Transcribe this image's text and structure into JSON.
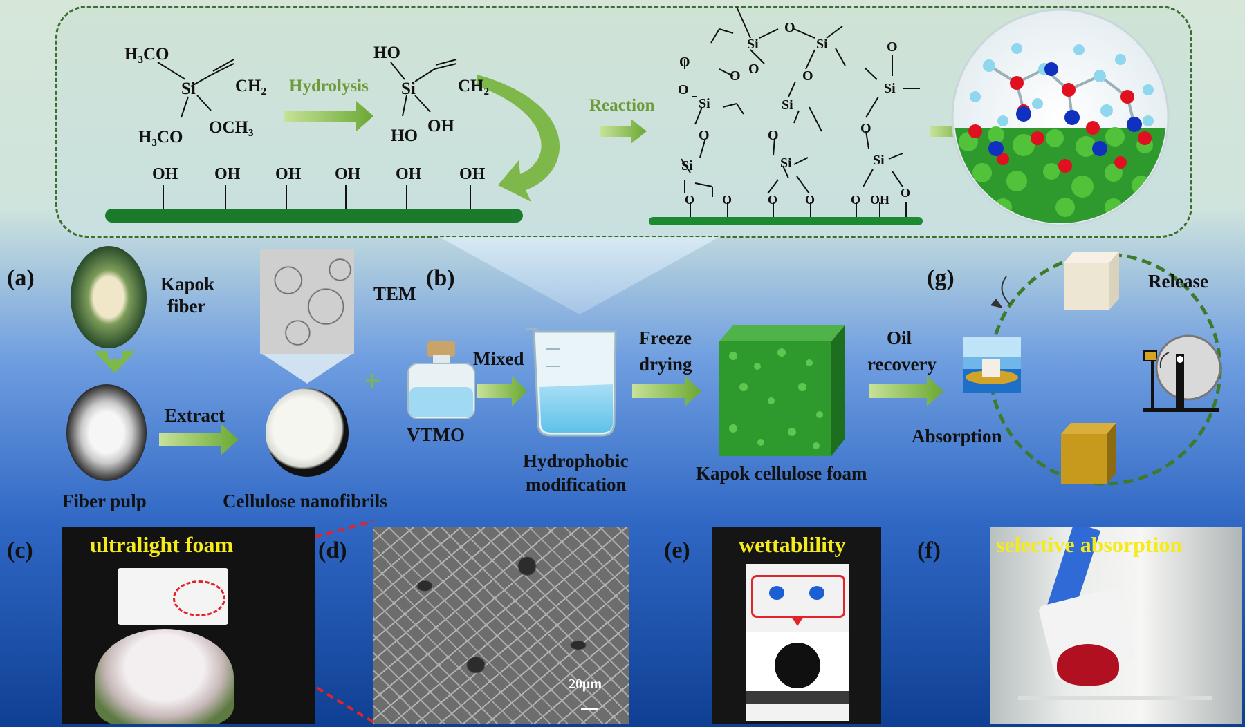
{
  "scheme": {
    "hydrolysis_label": "Hydrolysis",
    "reaction_label": "Reaction",
    "vtmo_left": {
      "h3co_top": "H₃CO",
      "si": "Si",
      "ch2": "CH₂",
      "h3co_bottom": "H₃CO",
      "och3": "OCH₃"
    },
    "silanol": {
      "ho_top": "HO",
      "si": "Si",
      "ch2": "CH₂",
      "ho_bottom": "HO",
      "oh": "OH"
    },
    "surface_oh": [
      "OH",
      "OH",
      "OH",
      "OH",
      "OH",
      "OH"
    ],
    "grafted": {
      "si": "Si",
      "o": "O",
      "oh": "OH"
    }
  },
  "panel_letters": {
    "a": "(a)",
    "b": "(b)",
    "c": "(c)",
    "d": "(d)",
    "e": "(e)",
    "f": "(f)",
    "g": "(g)"
  },
  "process": {
    "kapok_fiber": [
      "Kapok",
      "fiber"
    ],
    "tem": "TEM",
    "extract": "Extract",
    "fiber_pulp": "Fiber pulp",
    "cellulose_nanofibrils": "Cellulose nanofibrils",
    "plus": "+",
    "vtmo": "VTMO",
    "mixed": "Mixed",
    "hydrophobic_modification": [
      "Hydrophobic",
      "modification"
    ],
    "freeze_drying": [
      "Freeze",
      "drying"
    ],
    "kapok_cellulose_foam": "Kapok cellulose foam",
    "oil_recovery": [
      "Oil",
      "recovery"
    ],
    "release": "Release",
    "absorption": "Absorption"
  },
  "photos": {
    "ultralight_foam": "ultralight foam",
    "scale_bar": "20μm",
    "wettability": "wettablility",
    "selective_absorption": "selective absorption"
  },
  "colors": {
    "arrow_green": "#7cb342",
    "dark_green_bar": "#1b7a2b",
    "caption_yellow": "#f5ea1c",
    "molecule_red": "#e01020",
    "molecule_blue": "#1030c0",
    "molecule_cyan": "#8fd7ee",
    "oil_cube": "#c79a1e"
  }
}
